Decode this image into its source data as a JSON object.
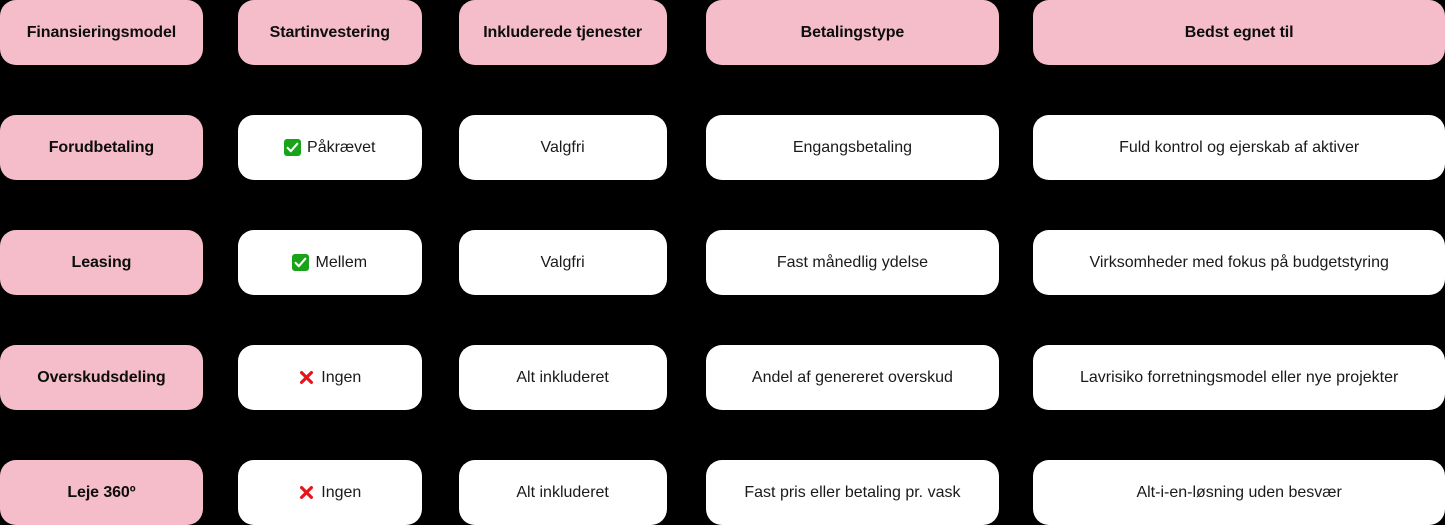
{
  "theme": {
    "background": "#000000",
    "header_bg": "#F4BDC9",
    "row_label_bg": "#F4BDC9",
    "cell_bg": "#FFFFFF",
    "header_text": "#0d0d0d",
    "cell_text": "#1a1a1a",
    "check_icon_color": "#19A319",
    "cross_icon_color": "#E5161B"
  },
  "table": {
    "columns": [
      {
        "label": "Finansieringsmodel"
      },
      {
        "label": "Startinvestering"
      },
      {
        "label": "Inkluderede tjenester"
      },
      {
        "label": "Betalingstype"
      },
      {
        "label": "Bedst egnet til"
      }
    ],
    "rows": [
      {
        "model": "Forudbetaling",
        "startinvestering": {
          "icon": "check-icon",
          "text": "Påkrævet"
        },
        "tjenester": "Valgfri",
        "betalingstype": "Engangsbetaling",
        "bedst_egnet": "Fuld kontrol og ejerskab af aktiver"
      },
      {
        "model": "Leasing",
        "startinvestering": {
          "icon": "check-icon",
          "text": "Mellem"
        },
        "tjenester": "Valgfri",
        "betalingstype": "Fast månedlig ydelse",
        "bedst_egnet": "Virksomheder med fokus på budgetstyring"
      },
      {
        "model": "Overskudsdeling",
        "startinvestering": {
          "icon": "cross-icon",
          "text": "Ingen"
        },
        "tjenester": "Alt inkluderet",
        "betalingstype": "Andel af genereret overskud",
        "bedst_egnet": "Lavrisiko forretningsmodel eller nye projekter"
      },
      {
        "model": "Leje 360º",
        "startinvestering": {
          "icon": "cross-icon",
          "text": "Ingen"
        },
        "tjenester": "Alt inkluderet",
        "betalingstype": "Fast pris eller betaling pr. vask",
        "bedst_egnet": "Alt-i-en-løsning uden besvær"
      }
    ]
  }
}
